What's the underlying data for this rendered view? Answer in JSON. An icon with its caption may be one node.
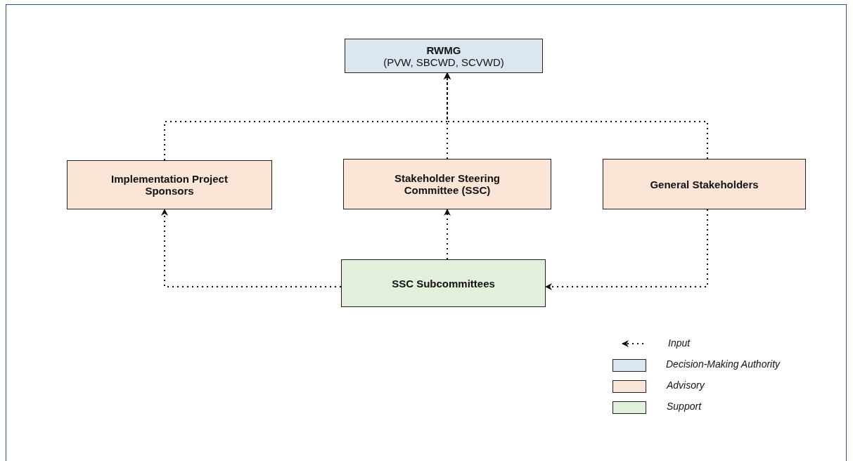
{
  "diagram": {
    "nodes": [
      {
        "text": [
          "RWMG",
          "(PVW, SBCWD, SCVWD)"
        ]
      },
      {
        "text": [
          "Implementation Project Sponsors"
        ]
      },
      {
        "text": [
          "Stakeholder Steering Committee (SSC)"
        ]
      },
      {
        "text": [
          "General Stakeholders"
        ]
      },
      {
        "text": [
          "SSC Subcommittees"
        ]
      }
    ],
    "edges": [
      {
        "from": 1,
        "to": 0,
        "arrow": "to",
        "style": "dashed"
      },
      {
        "from": 2,
        "to": 0,
        "arrow": "to",
        "style": "dashed"
      },
      {
        "from": 3,
        "to": 0,
        "arrow": "to",
        "style": "dashed"
      },
      {
        "from": 4,
        "to": 1,
        "arrow": "to",
        "style": "dashed"
      },
      {
        "from": 4,
        "to": 2,
        "arrow": "to",
        "style": "dashed"
      },
      {
        "from": 3,
        "to": 4,
        "arrow": "to",
        "style": "dashed"
      }
    ],
    "legend": [
      {
        "text": "Input"
      },
      {
        "text": "Decision-Making Authority",
        "color": "#dce6f1"
      },
      {
        "text": "Advisory",
        "color": "#fbe5d6"
      },
      {
        "text": "Support",
        "color": "#e2efda"
      }
    ]
  }
}
